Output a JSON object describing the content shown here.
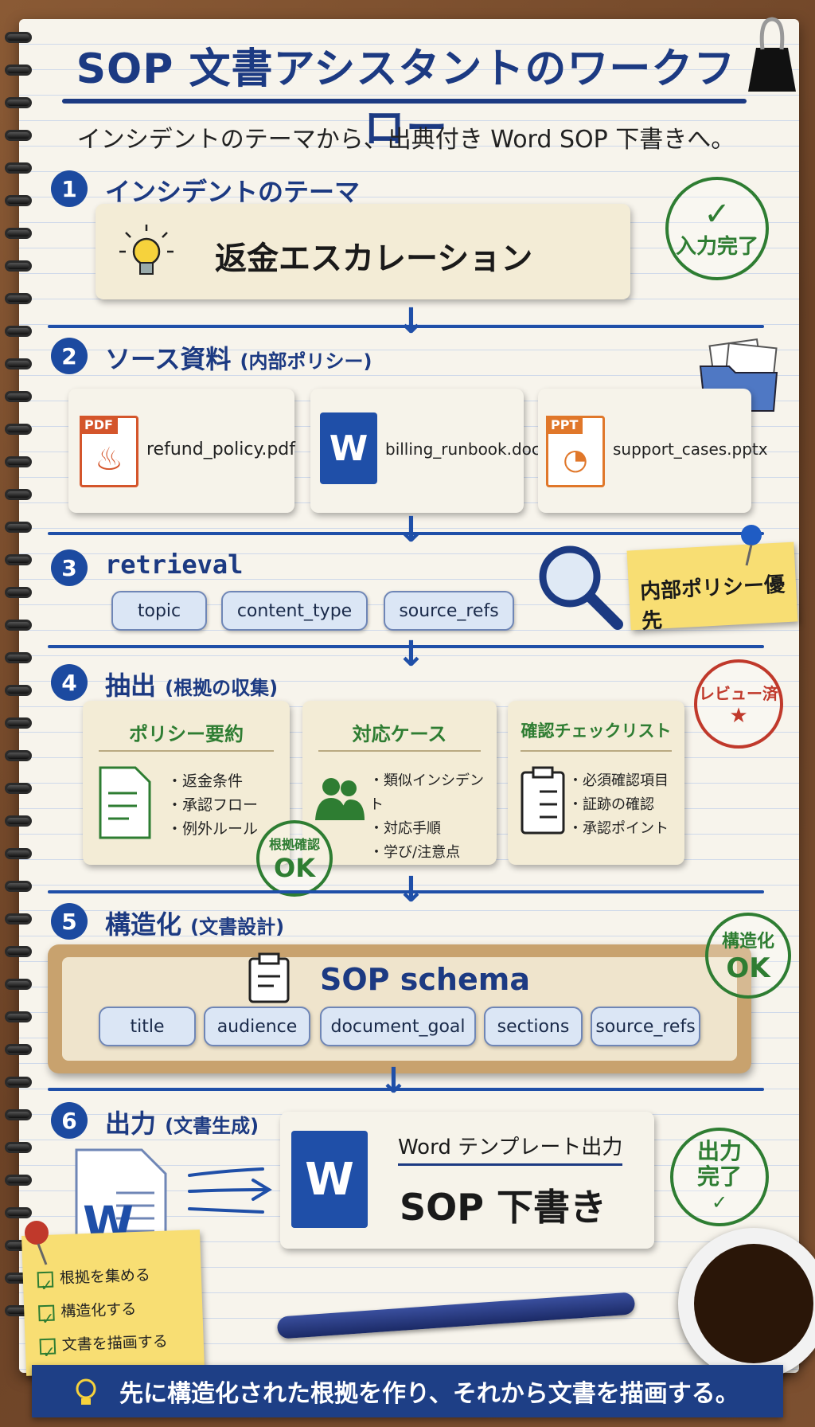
{
  "title": "SOP 文書アシスタントのワークフロー",
  "subtitle": "インシデントのテーマから、出典付き Word SOP 下書きへ。",
  "step1": {
    "num": "1",
    "title": "インシデントのテーマ",
    "topic": "返金エスカレーション",
    "stamp": "入力完了"
  },
  "step2": {
    "num": "2",
    "title": "ソース資料",
    "paren": "(内部ポリシー)",
    "files": [
      {
        "badge": "PDF",
        "name": "refund_policy.pdf"
      },
      {
        "badge": "W",
        "name": "billing_runbook.docx"
      },
      {
        "badge": "PPT",
        "name": "support_cases.pptx"
      }
    ]
  },
  "step3": {
    "num": "3",
    "title": "retrieval",
    "chips": [
      "topic",
      "content_type",
      "source_refs"
    ],
    "note": "内部ポリシー優先"
  },
  "step4": {
    "num": "4",
    "title": "抽出",
    "paren": "(根拠の収集)",
    "cards": [
      {
        "title": "ポリシー要約",
        "items": [
          "返金条件",
          "承認フロー",
          "例外ルール"
        ]
      },
      {
        "title": "対応ケース",
        "items": [
          "類似インシデント",
          "対応手順",
          "学び/注意点"
        ]
      },
      {
        "title": "確認チェックリスト",
        "items": [
          "必須確認項目",
          "証跡の確認",
          "承認ポイント"
        ]
      }
    ],
    "stamp_ok_top": "根拠確認",
    "stamp_ok_bottom": "OK",
    "stamp_review": "レビュー済"
  },
  "step5": {
    "num": "5",
    "title": "構造化",
    "paren": "(文書設計)",
    "schema_title": "SOP schema",
    "chips": [
      "title",
      "audience",
      "document_goal",
      "sections",
      "source_refs"
    ],
    "stamp_top": "構造化",
    "stamp_bottom": "OK"
  },
  "step6": {
    "num": "6",
    "title": "出力",
    "paren": "(文書生成)",
    "output_label": "Word テンプレート出力",
    "output_title": "SOP 下書き",
    "stamp_top": "出力",
    "stamp_bottom": "完了"
  },
  "checklist": [
    "根拠を集める",
    "構造化する",
    "文書を描画する"
  ],
  "banner": "先に構造化された根拠を作り、それから文書を描画する。",
  "colors": {
    "accent": "#1c3a82",
    "stamp_green": "#2e7d32",
    "stamp_red": "#c0392b",
    "sticky": "#f8de73"
  }
}
